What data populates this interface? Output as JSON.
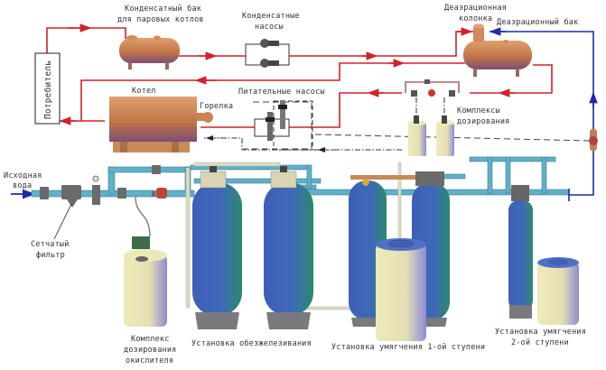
{
  "title": "Схема водоподготовки для паровых котлов",
  "colors": {
    "steam_line": "#d4202a",
    "source_water_line": "#1f2aa6",
    "process_pipe": "#5fb0c8",
    "pipe_outline": "#3a7f96",
    "vessel_copper": "#c77a4a",
    "vessel_copper_dark": "#8a4f62",
    "filter_blue": "#3f66b8",
    "filter_green": "#2f8a6a",
    "tank_cream": "#ece8b0",
    "tank_lavender": "#8f8fd0",
    "valve_gray": "#6a6a6a",
    "control_dash": "#555555"
  },
  "labels": {
    "consumer": "Потребитель",
    "condensate_tank_l1": "Конденсатный бак",
    "condensate_tank_l2": "для паровых котлов",
    "condensate_pumps_l1": "Конденсатные",
    "condensate_pumps_l2": "насосы",
    "deaeration_column_l1": "Деаэрационная",
    "deaeration_column_l2": "колонка",
    "deaeration_tank": "Деаэрационный бак",
    "boiler": "Котел",
    "burner": "Горелка",
    "feed_pumps": "Питательные насосы",
    "dosing_complexes_l1": "Комплексы",
    "dosing_complexes_l2": "дозирования",
    "source_water_l1": "Исходная",
    "source_water_l2": "вода",
    "mesh_filter_l1": "Сетчатый",
    "mesh_filter_l2": "фильтр",
    "oxidizer_dosing_l1": "Комплекс",
    "oxidizer_dosing_l2": "дозирования",
    "oxidizer_dosing_l3": "окислителя",
    "iron_removal": "Установка обезжелезивания",
    "softening_stage1": "Установка умягчения 1-ой ступени",
    "softening_stage2_l1": "Установка умягчения",
    "softening_stage2_l2": "2-ой ступени"
  }
}
